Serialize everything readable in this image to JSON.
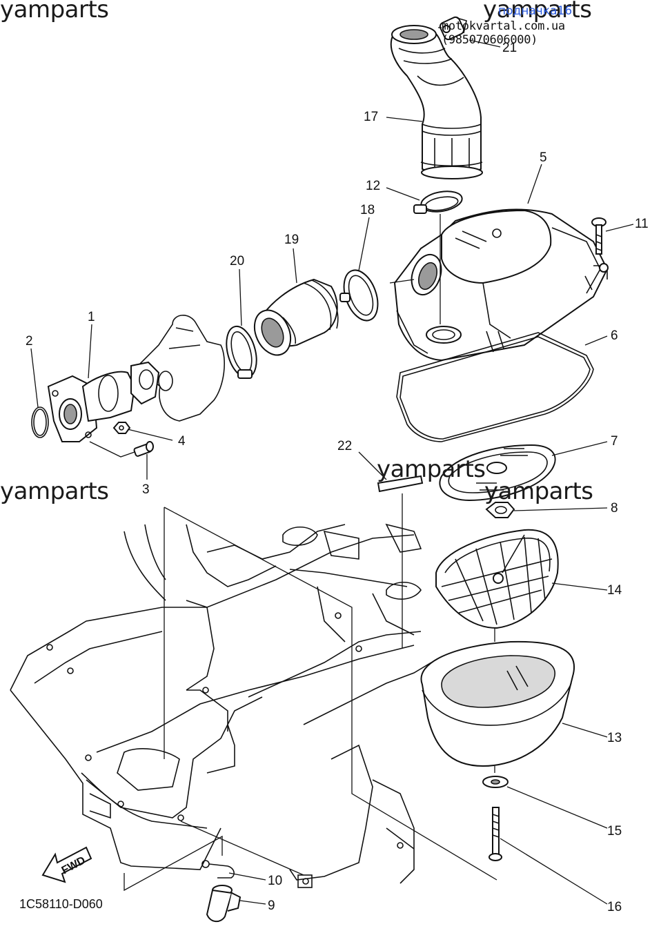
{
  "watermarks": [
    "yamparts",
    "yamparts",
    "yamparts",
    "yamparts",
    "yamparts"
  ],
  "overlay_badge": "подначка16",
  "site_credit": "motokvartal.com.ua (985070606000)",
  "diagram_code": "1C58110-D060",
  "fwd_label": "FWD",
  "callouts": [
    "1",
    "2",
    "3",
    "4",
    "5",
    "6",
    "7",
    "8",
    "9",
    "10",
    "11",
    "12",
    "13",
    "14",
    "15",
    "16",
    "17",
    "18",
    "19",
    "20",
    "21",
    "22"
  ]
}
